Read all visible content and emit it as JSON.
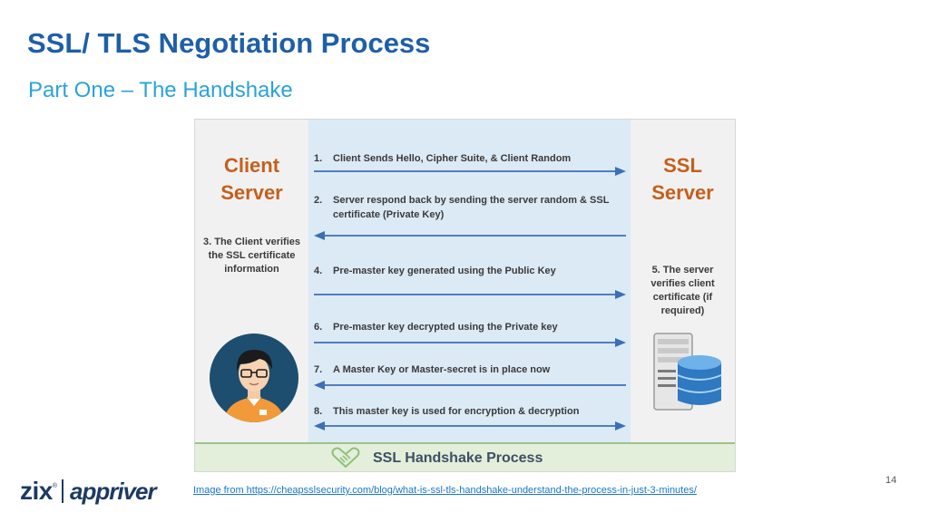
{
  "slide": {
    "title": "SSL/ TLS Negotiation Process",
    "subtitle": "Part One – The Handshake",
    "caption": "Image from https://cheapsslsecurity.com/blog/what-is-ssl-tls-handshake-understand-the-process-in-just-3-minutes/",
    "page_number": "14"
  },
  "diagram": {
    "client_label_line1": "Client",
    "client_label_line2": "Server",
    "server_label_line1": "SSL",
    "server_label_line2": "Server",
    "client_note": [
      "3. The Client verifies",
      "the SSL certificate",
      "information"
    ],
    "server_note": [
      "5. The server",
      "verifies client",
      "certificate (if",
      "required)"
    ],
    "steps": [
      {
        "num": "1.",
        "text": "Client Sends Hello, Cipher Suite, & Client Random",
        "direction": "right"
      },
      {
        "num": "2.",
        "text": "Server respond back by sending the server random & SSL certificate (Private Key)",
        "direction": "left"
      },
      {
        "num": "4.",
        "text": "Pre-master key generated using the Public Key",
        "direction": "right"
      },
      {
        "num": "6.",
        "text": "Pre-master key decrypted using the Private key",
        "direction": "right"
      },
      {
        "num": "7.",
        "text": "A Master Key or Master-secret is in place now",
        "direction": "left"
      },
      {
        "num": "8.",
        "text": "This master key is used for encryption & decryption",
        "direction": "both"
      }
    ],
    "footer_label": "SSL Handshake Process",
    "arrow_color": "#3d6fb5",
    "accent_color": "#c4601c"
  },
  "logo": {
    "brand1": "zix",
    "brand2": "appriver"
  }
}
